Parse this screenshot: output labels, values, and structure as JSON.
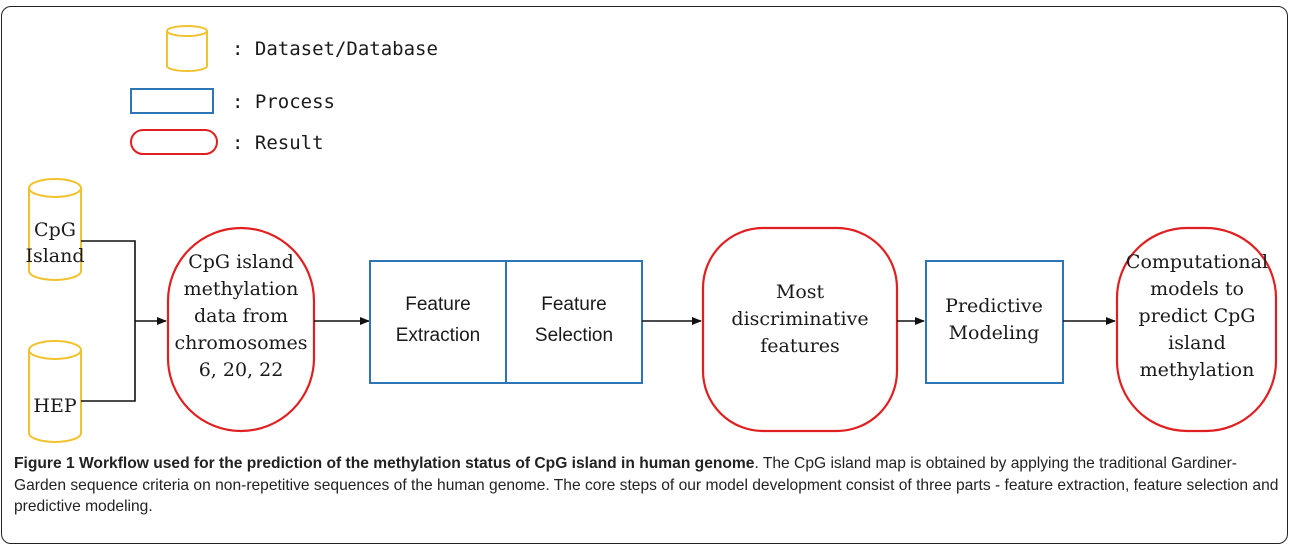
{
  "legend": {
    "dataset": ": Dataset/Database",
    "process": ": Process",
    "result": ": Result"
  },
  "nodes": {
    "cpg_island": [
      "CpG",
      "Island"
    ],
    "hep": [
      "HEP"
    ],
    "methylation_data": [
      "CpG island",
      "methylation",
      "data from",
      "chromosomes",
      "6, 20, 22"
    ],
    "feature_extraction": [
      "Feature",
      "Extraction"
    ],
    "feature_selection": [
      "Feature",
      "Selection"
    ],
    "discriminative": [
      "Most",
      "discriminative",
      "features"
    ],
    "predictive_modeling": [
      "Predictive",
      "Modeling"
    ],
    "models": [
      "Computational",
      "models to",
      "predict CpG",
      "island",
      "methylation"
    ]
  },
  "caption": {
    "title": "Figure 1 Workflow used for the prediction of the methylation status of CpG island in human genome",
    "text": ". The CpG island map is obtained by applying the traditional Gardiner-Garden sequence criteria on non-repetitive sequences of the human genome. The core steps of our model development consist of three parts - feature extraction, feature selection and predictive modeling."
  },
  "colors": {
    "dataset": "#f2c22e",
    "process": "#2e75b6",
    "result": "#e02020",
    "line": "#111111"
  }
}
